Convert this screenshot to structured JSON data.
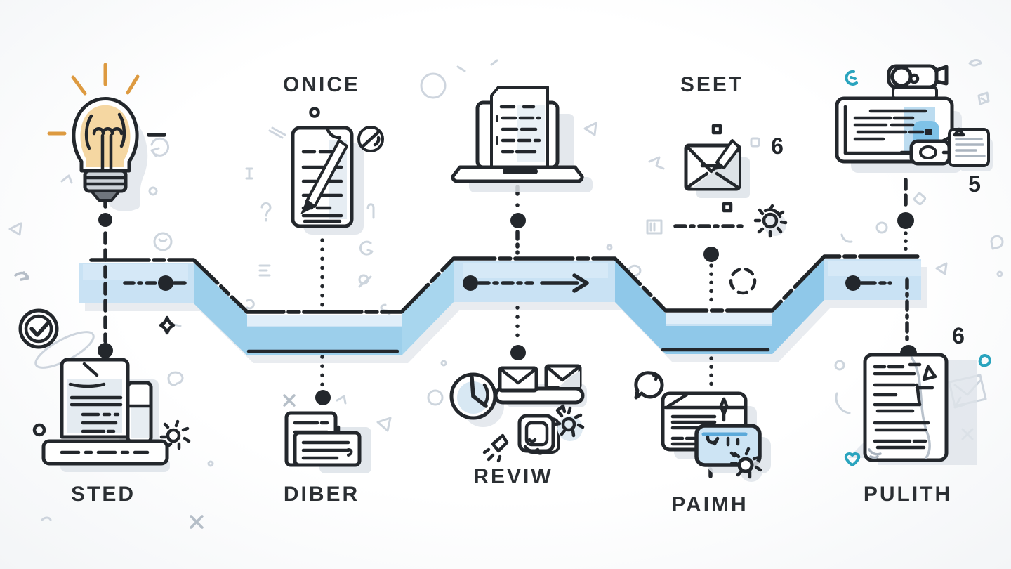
{
  "page": {
    "type": "process-flow-illustration",
    "background": "#fafbfc"
  },
  "steps": [
    {
      "icon": "lightbulb-icon",
      "label": "",
      "position": "top-left"
    },
    {
      "icon": "notepad-pen-icon",
      "label": "ONICE",
      "position": "top"
    },
    {
      "icon": "laptop-document-icon",
      "label": "",
      "position": "top-center"
    },
    {
      "icon": "envelope-pen-icon",
      "label": "SEET",
      "position": "top"
    },
    {
      "icon": "monitor-devices-icon",
      "label": "",
      "position": "top-right"
    },
    {
      "icon": "printer-document-icon",
      "label": "STED",
      "position": "bottom-left"
    },
    {
      "icon": "stacked-documents-icon",
      "label": "DIBER",
      "position": "bottom"
    },
    {
      "icon": "clock-envelopes-icon",
      "label": "REVIW",
      "position": "bottom-center"
    },
    {
      "icon": "credit-cards-icon",
      "label": "PAIMH",
      "position": "bottom"
    },
    {
      "icon": "document-page-icon",
      "label": "PULITH",
      "position": "bottom-right"
    }
  ],
  "badges": {
    "envelope_count": "6",
    "monitor_count": "5",
    "document_count": "6"
  },
  "misc_icons": [
    "clock-check-icon",
    "gear-icon",
    "speech-bubble-icon",
    "arrow-right-icon",
    "sparkle-icon",
    "heart-icon"
  ],
  "colors": {
    "outline": "#23272c",
    "band_light": "#c9e2f4",
    "band_medium": "#8fc8e9",
    "band_pale": "#e0eef9",
    "shadow": "#dfe4ea",
    "bulb_fill": "#f5d7a2",
    "accent_orange": "#e09b42",
    "accent_teal": "#2aa4be",
    "blue_stripe": "#5ba9da",
    "blue_highlight": "#7fc2e7",
    "doodle_gray": "#c5ced8",
    "label_text": "#2b2f33"
  }
}
